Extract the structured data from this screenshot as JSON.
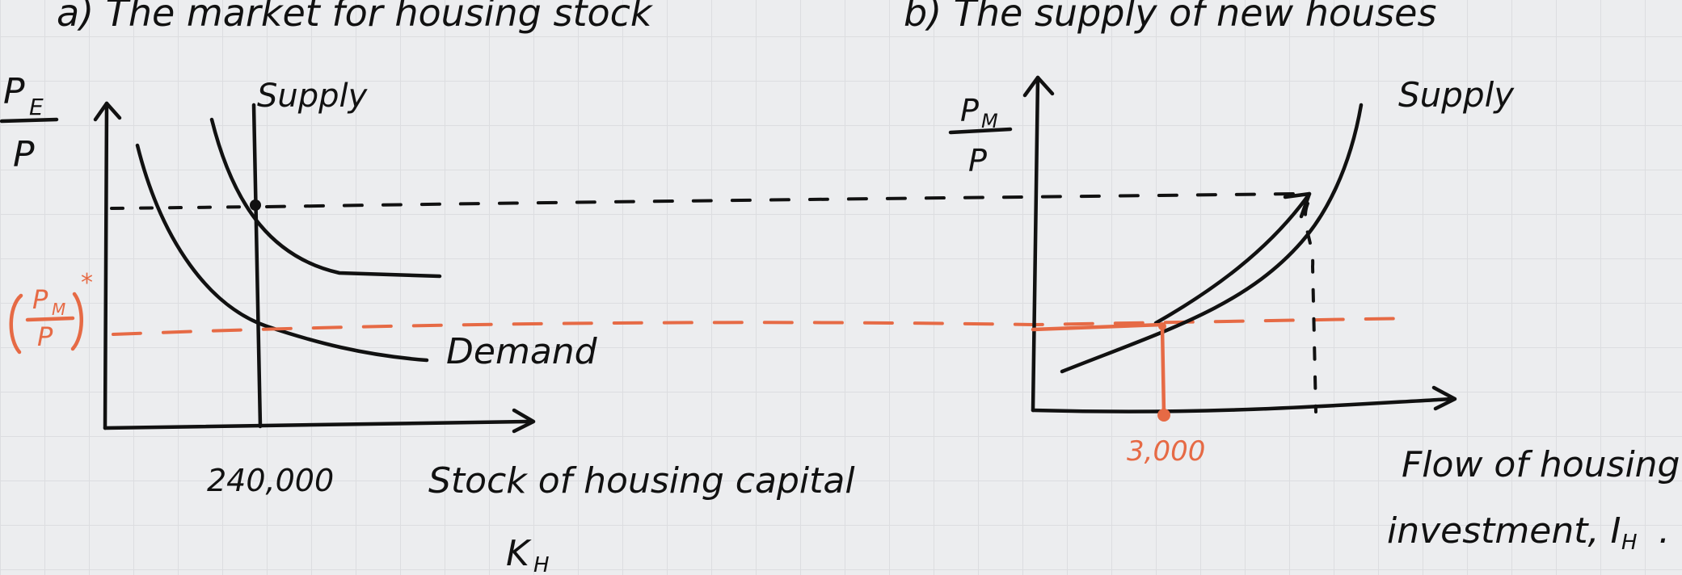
{
  "panel_a": {
    "title": "a) The market for housing stock",
    "y_label_top": "P",
    "y_label_sub": "E",
    "y_label_bottom": "P",
    "supply_label": "Supply",
    "demand_label": "Demand",
    "price_label_top": "P",
    "price_label_sub": "M",
    "price_label_bottom": "P",
    "price_label_star": "*",
    "x_tick": "240,000",
    "x_label": "Stock of housing capital",
    "x_label_sub": "K",
    "x_label_sub_sub": "H"
  },
  "panel_b": {
    "title": "b) The supply of new houses",
    "y_label_top": "P",
    "y_label_sub": "M",
    "y_label_bottom": "P",
    "supply_label": "Supply",
    "x_tick": "3,000",
    "x_label_line1": "Flow of housing",
    "x_label_line2": "investment, I",
    "x_label_line2_sub": "H",
    "x_label_line2_end": "."
  },
  "colors": {
    "ink": "#111111",
    "highlight": "#e66a45",
    "paper": "#ecedef"
  }
}
